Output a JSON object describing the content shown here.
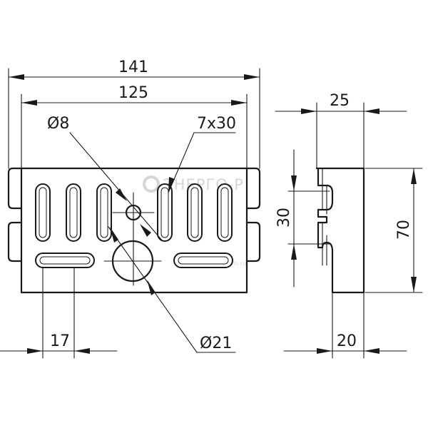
{
  "drawing": {
    "dimensions": {
      "overall_length": "141",
      "slot_pitch_length": "125",
      "small_hole_diameter": "Ø8",
      "slot_size": "7x30",
      "large_hole_diameter": "Ø21",
      "edge_offset": "17",
      "side_width": "25",
      "slot_spacing": "30",
      "height": "70",
      "base_width": "20"
    },
    "watermark": {
      "brand": "ЭНЕРГО-Р",
      "url": "www.vkm.ru"
    }
  }
}
